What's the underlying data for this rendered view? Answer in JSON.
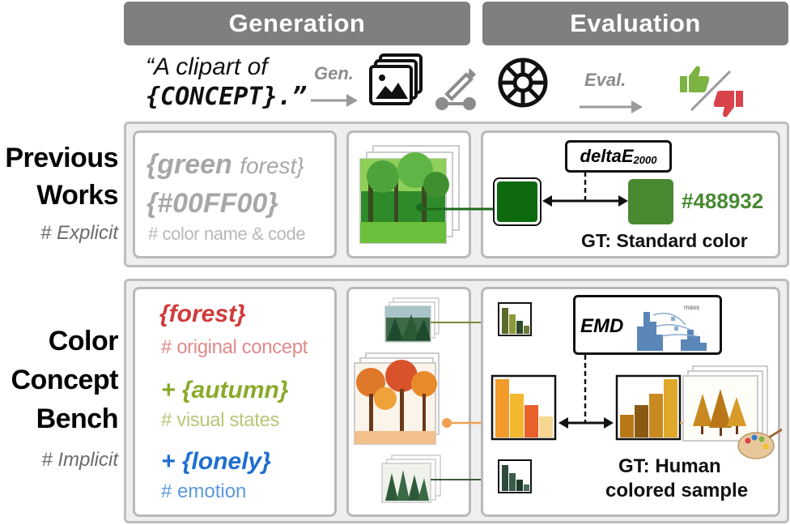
{
  "headers": {
    "generation": "Generation",
    "evaluation": "Evaluation"
  },
  "top": {
    "prompt_line1": "“A clipart of",
    "prompt_line2": "{CONCEPT}.”",
    "gen_label": "Gen.",
    "eval_label": "Eval."
  },
  "previous": {
    "title_line1": "Previous",
    "title_line2": "Works",
    "tag": "# Explicit",
    "color_word": "{green",
    "concept_word": "forest}",
    "code": "{#00FF00}",
    "comment": "# color name & code",
    "metric": "deltaE",
    "metric_sub": "2000",
    "gt_hex": "#488932",
    "gt_label": "GT: Standard color",
    "generated_color": "#0e6a0e",
    "gt_color": "#488932"
  },
  "bench": {
    "title_line1": "Color",
    "title_line2": "Concept",
    "title_line3": "Bench",
    "tag": "# Implicit",
    "concept": "{forest}",
    "concept_note": "# original concept",
    "state_prefix": "+ ",
    "state": "{autumn}",
    "state_note": "# visual states",
    "emotion_prefix": "+ ",
    "emotion": "{lonely}",
    "emotion_note": "# emotion",
    "metric": "EMD",
    "metric_note": "mass",
    "gt_label_line1": "GT: Human",
    "gt_label_line2": "colored sample"
  },
  "colors": {
    "concept_red": "#d13a3a",
    "state_green": "#8aaa2a",
    "emotion_blue": "#1e6fd0",
    "gray_text": "#9a9a9a"
  }
}
